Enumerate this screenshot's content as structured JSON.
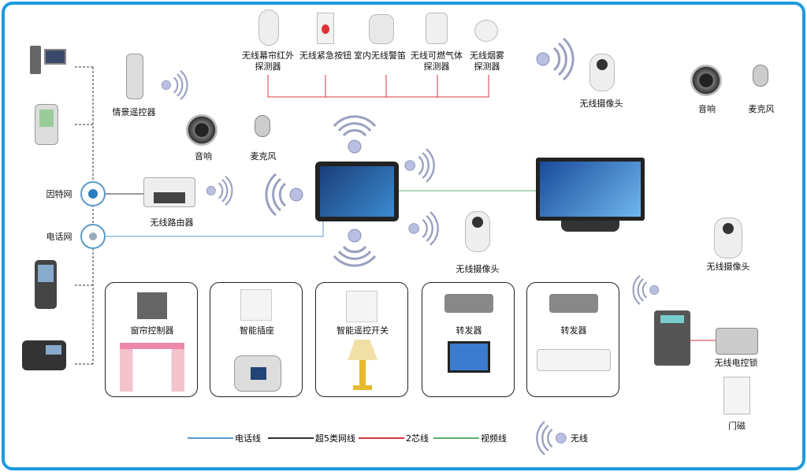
{
  "sensors": [
    {
      "label": "无线幕帘红外",
      "label2": "探测器"
    },
    {
      "label": "无线紧急按钮"
    },
    {
      "label": "室内无线警笛"
    },
    {
      "label": "无线可燃气体",
      "label2": "探测器"
    },
    {
      "label": "无线烟雾",
      "label2": "探测器"
    }
  ],
  "left": {
    "internet": "因特网",
    "phone_net": "电话网",
    "remote": "情景遥控器",
    "speaker": "音响",
    "mic": "麦克风",
    "router": "无线路由器"
  },
  "right": {
    "camera_top": "无线摄像头",
    "speaker": "音响",
    "mic": "麦克风",
    "camera_mid": "无线摄像头",
    "camera_right": "无线摄像头",
    "lock": "无线电控锁",
    "door": "门磁"
  },
  "boxes": [
    {
      "label": "窗帘控制器"
    },
    {
      "label": "智能插座"
    },
    {
      "label": "智能遥控开关"
    },
    {
      "label": "转发器"
    },
    {
      "label": "转发器"
    }
  ],
  "legend": {
    "phone": "电话线",
    "cat5": "超5类网线",
    "two_core": "2芯线",
    "video": "视频线",
    "wireless": "无线"
  },
  "colors": {
    "phone": "#5b9bc8",
    "cat5": "#333333",
    "two_core": "#d9353f",
    "video": "#5cb070",
    "frame": "#1e9ae0"
  }
}
